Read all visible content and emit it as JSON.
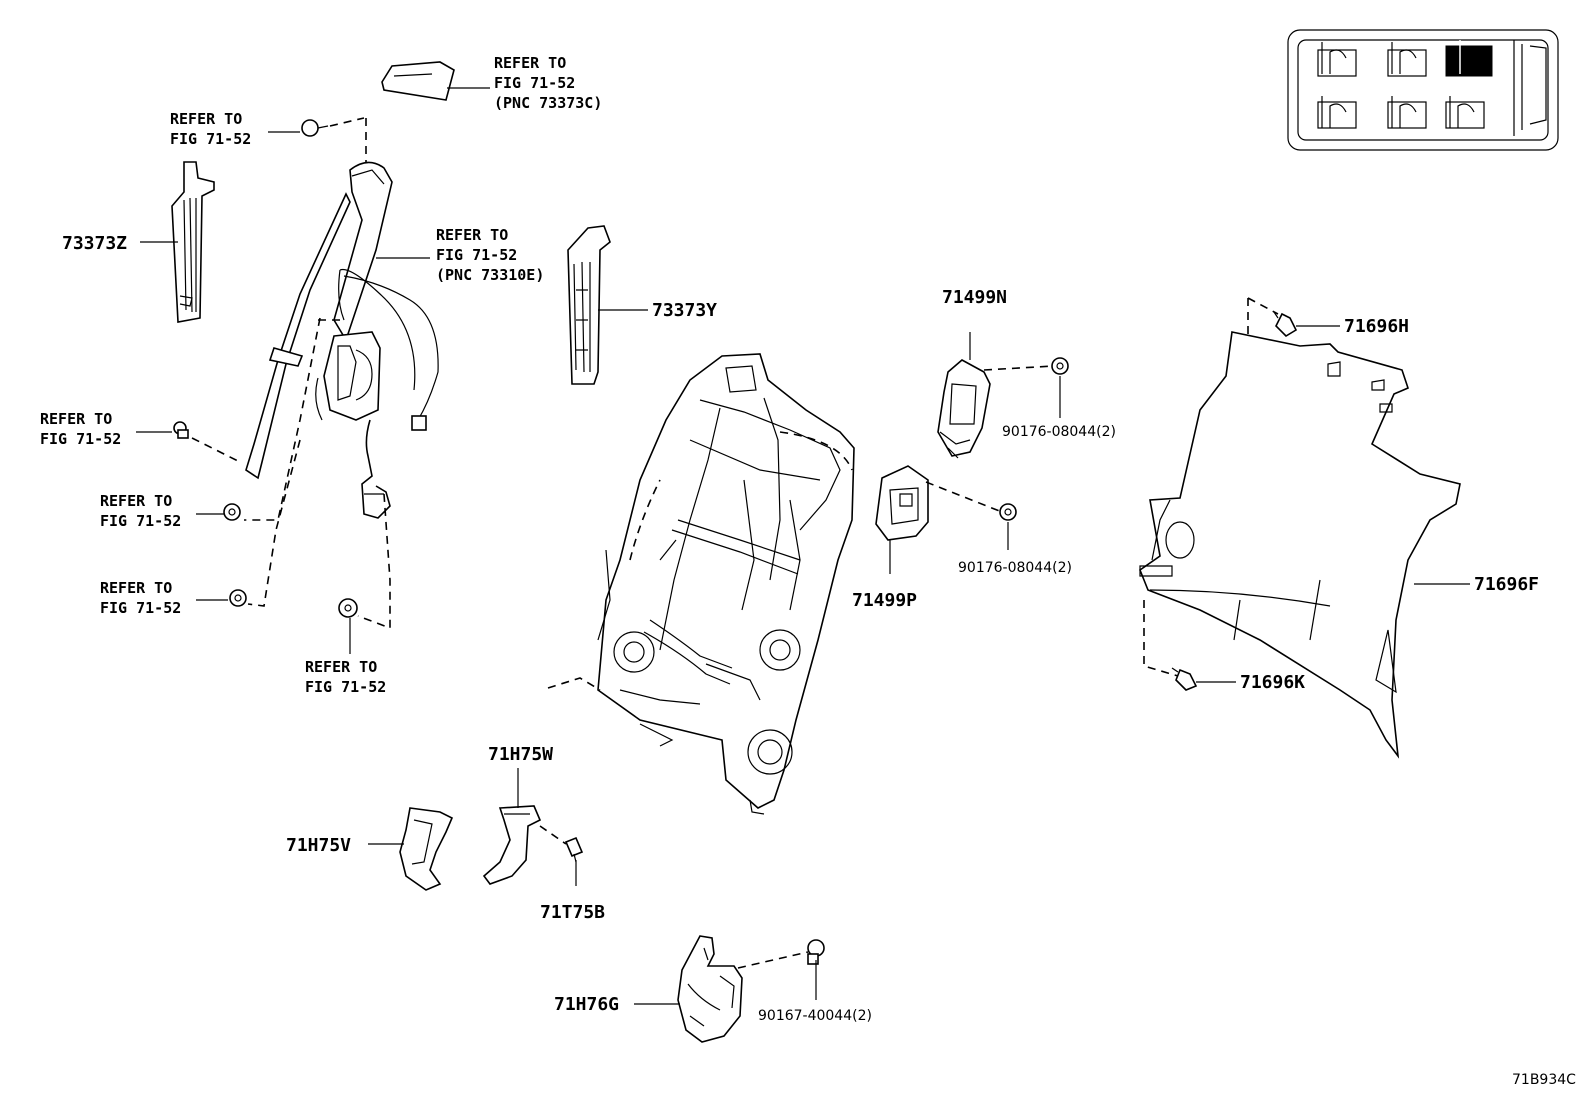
{
  "refs": {
    "r1": [
      "REFER TO",
      "FIG 71-52",
      "(PNC 73373C)"
    ],
    "r2": [
      "REFER TO",
      "FIG 71-52"
    ],
    "r3": [
      "REFER TO",
      "FIG 71-52",
      "(PNC 73310E)"
    ],
    "r4": [
      "REFER TO",
      "FIG 71-52"
    ],
    "r5": [
      "REFER TO",
      "FIG 71-52"
    ],
    "r6": [
      "REFER TO",
      "FIG 71-52"
    ],
    "r7": [
      "REFER TO",
      "FIG 71-52"
    ]
  },
  "parts": {
    "p73373z": "73373Z",
    "p73373y": "73373Y",
    "p71499n": "71499N",
    "p90176a": "90176-08044(2)",
    "p71499p": "71499P",
    "p90176b": "90176-08044(2)",
    "p71696h": "71696H",
    "p71696f": "71696F",
    "p71696k": "71696K",
    "p71h75w": "71H75W",
    "p71h75v": "71H75V",
    "p71t75b": "71T75B",
    "p71h76g": "71H76G",
    "p90167": "90167-40044(2)"
  },
  "diagram_code": "71B934C",
  "locator": {
    "highlighted_seat": "row1-seat3"
  }
}
